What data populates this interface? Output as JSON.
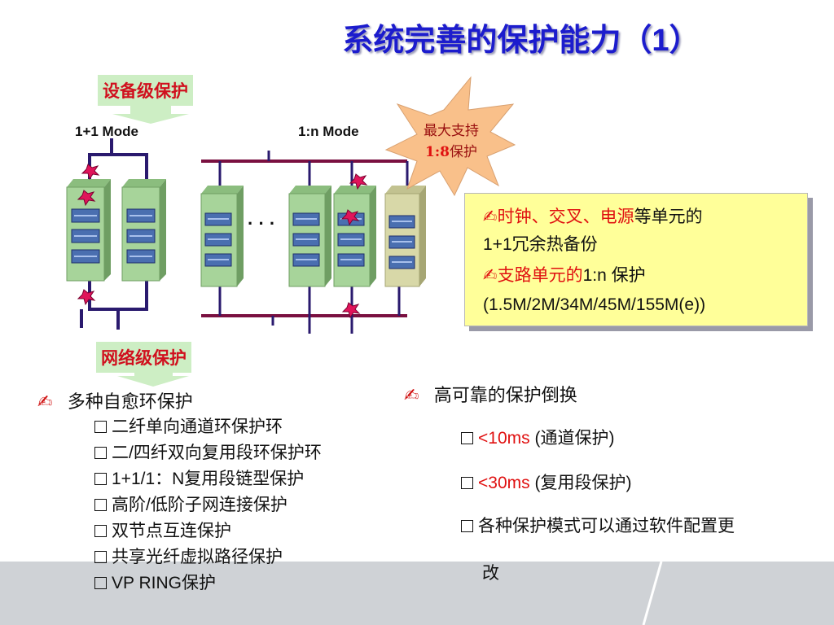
{
  "slide": {
    "title": "系统完善的保护能力（1）"
  },
  "diagram": {
    "device_level_label": "设备级保护",
    "network_level_label": "网络级保护",
    "mode_1p1": "1+1 Mode",
    "mode_1n": "1:n Mode",
    "ellipsis": "· · ·",
    "starburst": {
      "line1": "最大支持",
      "ratio": "1:8",
      "line2_suffix": "保护"
    }
  },
  "callout": {
    "marker": "✍",
    "line1_red": "时钟、交叉、电源",
    "line1_black": "等单元的",
    "line2": "1+1冗余热备份",
    "line3_red": "支路单元的",
    "line3_black": "1:n 保护",
    "line4": "(1.5M/2M/34M/45M/155M(e))"
  },
  "left_list": {
    "marker": "✍",
    "heading": "多种自愈环保护",
    "items": [
      "二纤单向通道环保护环",
      "二/四纤双向复用段环保护环",
      "1+1/1：N复用段链型保护",
      "高阶/低阶子网连接保护",
      "双节点互连保护",
      "共享光纤虚拟路径保护",
      "VP RING保护"
    ]
  },
  "right_list": {
    "marker": "✍",
    "heading": "高可靠的保护倒换",
    "items": [
      {
        "red": "<10ms",
        "black": " (通道保护)"
      },
      {
        "red": "<30ms",
        "black": " (复用段保护)"
      },
      {
        "red": "",
        "black": "各种保护模式可以通过软件配置更"
      }
    ],
    "wrap": "改"
  },
  "colors": {
    "title": "#1c1ccd",
    "label_bg": "#cdeec4",
    "label_text": "#d0101e",
    "callout_bg": "#ffff99",
    "accent_red": "#e01010",
    "wire": "#2a1a6e",
    "wire_top": "#7a1040",
    "card_bg": "#a7d49a",
    "standby_card_bg": "#d8d8a8"
  }
}
